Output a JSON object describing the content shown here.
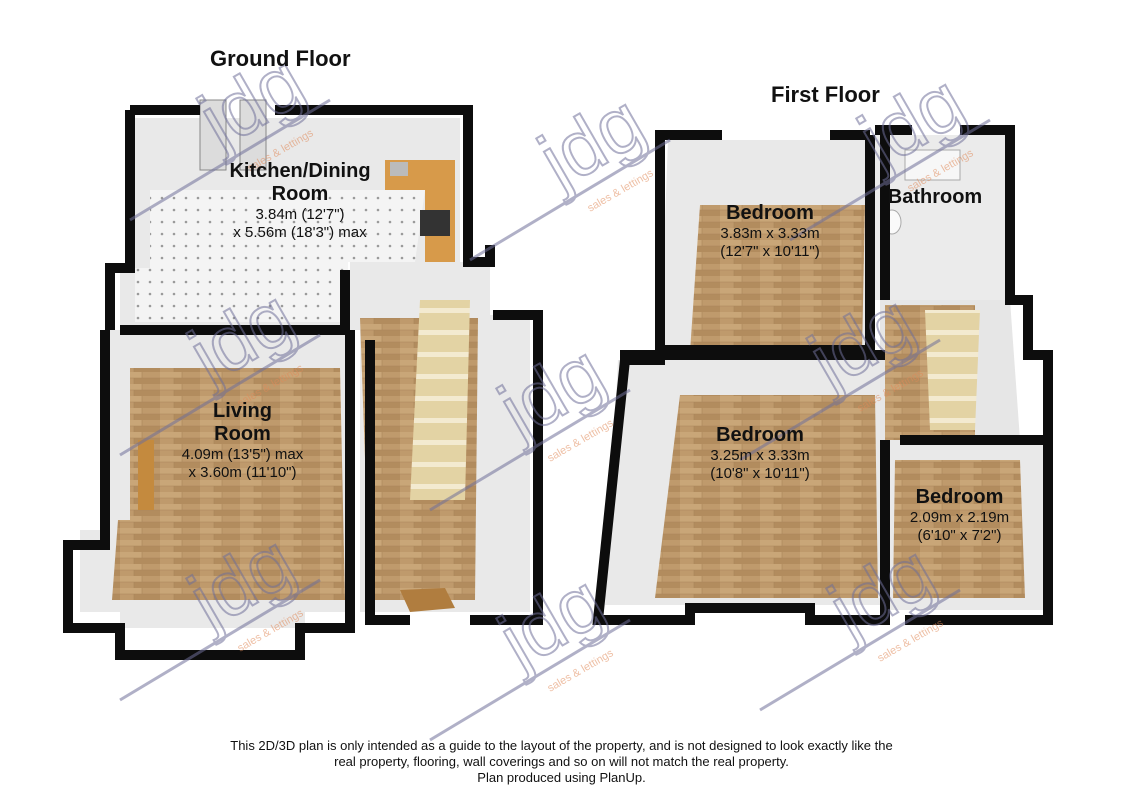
{
  "ground_floor": {
    "title": "Ground Floor",
    "rooms": [
      {
        "name_lines": [
          "Kitchen/Dining",
          "Room"
        ],
        "dims": [
          "3.84m (12'7\")",
          "x 5.56m (18'3\") max"
        ]
      },
      {
        "name_lines": [
          "Living",
          "Room"
        ],
        "dims": [
          "4.09m (13'5\") max",
          "x 3.60m (11'10\")"
        ]
      }
    ]
  },
  "first_floor": {
    "title": "First Floor",
    "rooms": [
      {
        "name_lines": [
          "Bedroom"
        ],
        "dims": [
          "3.83m x 3.33m",
          "(12'7\" x 10'11\")"
        ]
      },
      {
        "name_lines": [
          "Bathroom"
        ],
        "dims": []
      },
      {
        "name_lines": [
          "Bedroom"
        ],
        "dims": [
          "3.25m x 3.33m",
          "(10'8\" x 10'11\")"
        ]
      },
      {
        "name_lines": [
          "Bedroom"
        ],
        "dims": [
          "2.09m x 2.19m",
          "(6'10\" x 7'2\")"
        ]
      }
    ]
  },
  "watermark": {
    "logo_text": "jdg",
    "tagline": "sales & lettings",
    "color": "#6f6f99",
    "tagline_color": "#e08a5a"
  },
  "colors": {
    "wall": "#0d0d0d",
    "floor_wood": "#b8946a",
    "floor_tile": "#f2f2f2",
    "wall_inner": "#e8e8e8",
    "stairs": "#d9c48f"
  },
  "disclaimer": [
    "This 2D/3D plan is only intended as a guide to the layout of the property, and is not designed to look exactly like the",
    "real property, flooring, wall coverings and so on will not match the real property.",
    "Plan produced using PlanUp."
  ]
}
